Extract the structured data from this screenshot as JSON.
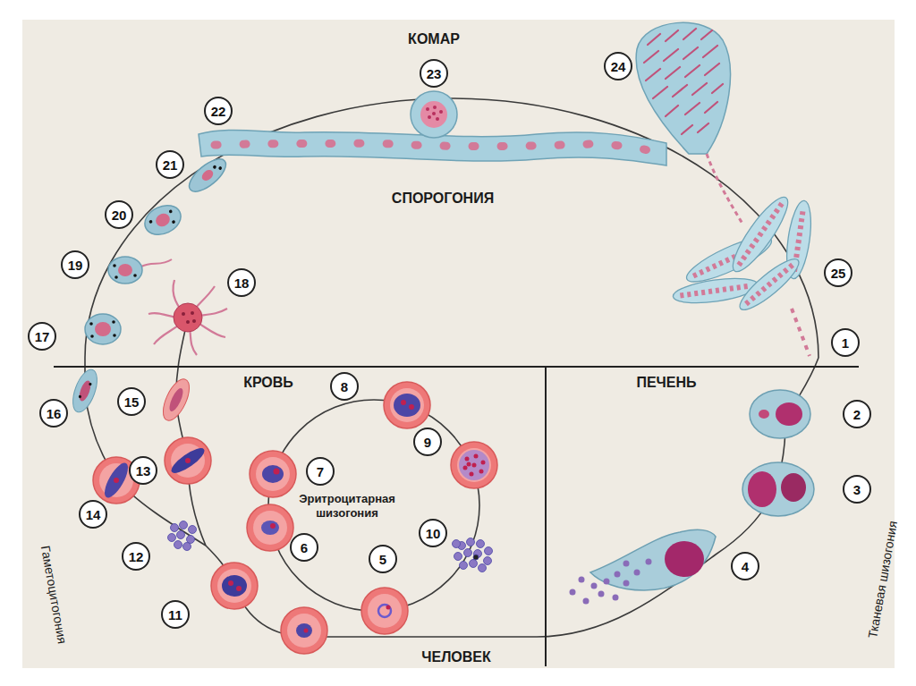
{
  "diagram": {
    "nodes": [
      {
        "text": [
          "1"
        ]
      },
      {
        "text": [
          "2"
        ]
      },
      {
        "text": [
          "3"
        ]
      },
      {
        "text": [
          "4"
        ]
      },
      {
        "text": [
          "5"
        ]
      },
      {
        "text": [
          "6"
        ]
      },
      {
        "text": [
          "7"
        ]
      },
      {
        "text": [
          "8"
        ]
      },
      {
        "text": [
          "9"
        ]
      },
      {
        "text": [
          "10"
        ]
      },
      {
        "text": [
          "11"
        ]
      },
      {
        "text": [
          "12"
        ]
      },
      {
        "text": [
          "13"
        ]
      },
      {
        "text": [
          "14"
        ]
      },
      {
        "text": [
          "15"
        ]
      },
      {
        "text": [
          "16"
        ]
      },
      {
        "text": [
          "17"
        ]
      },
      {
        "text": [
          "18"
        ]
      },
      {
        "text": [
          "19"
        ]
      },
      {
        "text": [
          "20"
        ]
      },
      {
        "text": [
          "21"
        ]
      },
      {
        "text": [
          "22"
        ]
      },
      {
        "text": [
          "23"
        ]
      },
      {
        "text": [
          "24"
        ]
      },
      {
        "text": [
          "25"
        ]
      }
    ],
    "labels": [
      "КОМАР",
      "СПОРОГОНИЯ",
      "КРОВЬ",
      "ПЕЧЕНЬ",
      "Эритроцитарная шизогония",
      "Гаметоцитогония",
      "Тканевая шизогония",
      "ЧЕЛОВЕК"
    ]
  }
}
